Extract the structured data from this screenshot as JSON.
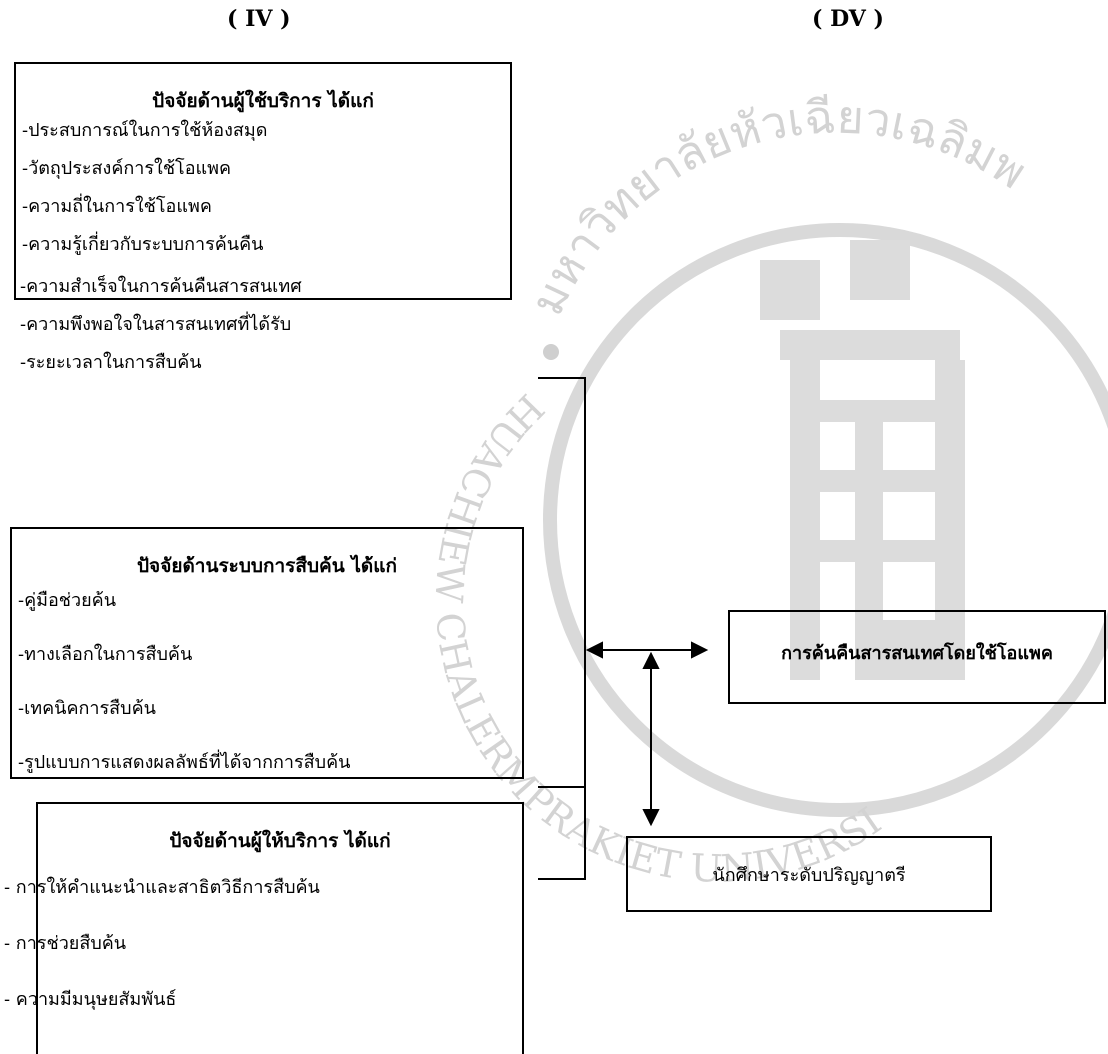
{
  "headers": {
    "iv": "( IV )",
    "dv": "( DV )"
  },
  "watermark": {
    "top_text": "มหาวิทยาลัยหัวเฉียวเฉลิมพ",
    "left_text": "HUACHIEW CHALERMPRAKIET UNIVERSITY",
    "color": "#d9d9d9"
  },
  "box1": {
    "title": "ปัจจัยด้านผู้ใช้บริการ ได้แก่",
    "items": [
      "-ประสบการณ์ในการใช้ห้องสมุด",
      "-วัตถุประสงค์การใช้โอแพค",
      "-ความถี่ในการใช้โอแพค",
      "-ความรู้เกี่ยวกับระบบการค้นคืน",
      "-ความสำเร็จในการค้นคืนสารสนเทศ",
      "-ความพึงพอใจในสารสนเทศที่ได้รับ",
      "-ระยะเวลาในการสืบค้น"
    ]
  },
  "box2": {
    "title": "ปัจจัยด้านระบบการสืบค้น ได้แก่",
    "items": [
      "-คู่มือช่วยค้น",
      "-ทางเลือกในการสืบค้น",
      "-เทคนิคการสืบค้น",
      "-รูปแบบการแสดงผลลัพธ์ที่ได้จากการสืบค้น"
    ]
  },
  "box3": {
    "title": "ปัจจัยด้านผู้ให้บริการ ได้แก่",
    "items": [
      "- การให้คำแนะนำและสาธิตวิธีการสืบค้น",
      "- การช่วยสืบค้น",
      "- ความมีมนุษยสัมพันธ์"
    ]
  },
  "dv_box": {
    "title": "การค้นคืนสารสนเทศโดยใช้โอแพค"
  },
  "sample_box": {
    "text": "นักศึกษาระดับปริญญาตรี"
  }
}
